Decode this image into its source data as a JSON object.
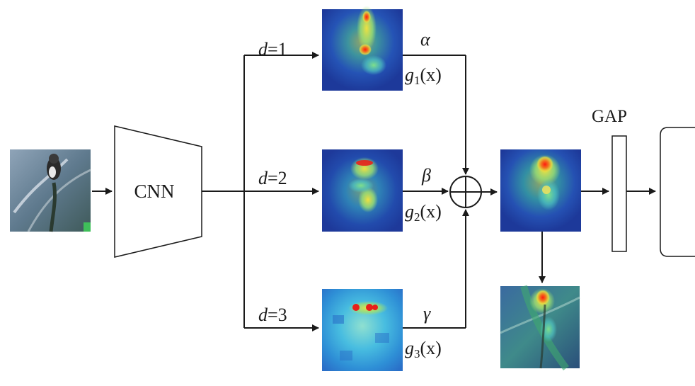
{
  "diagram": {
    "cnn_label": "CNN",
    "gap_label": "GAP",
    "branches": [
      {
        "d_var": "d",
        "d_value": "=1",
        "weight": "α",
        "g_name": "g",
        "g_sub": "1",
        "g_arg": "(x)"
      },
      {
        "d_var": "d",
        "d_value": "=2",
        "weight": "β",
        "g_name": "g",
        "g_sub": "2",
        "g_arg": "(x)"
      },
      {
        "d_var": "d",
        "d_value": "=3",
        "weight": "γ",
        "g_name": "g",
        "g_sub": "3",
        "g_arg": "(x)"
      }
    ],
    "sum_symbol": "⊕",
    "colors": {
      "line": "#1a1a1a",
      "heat_low": "#1f3f9e",
      "heat_mid": "#3fbf9a",
      "heat_high": "#e63a1f"
    }
  }
}
